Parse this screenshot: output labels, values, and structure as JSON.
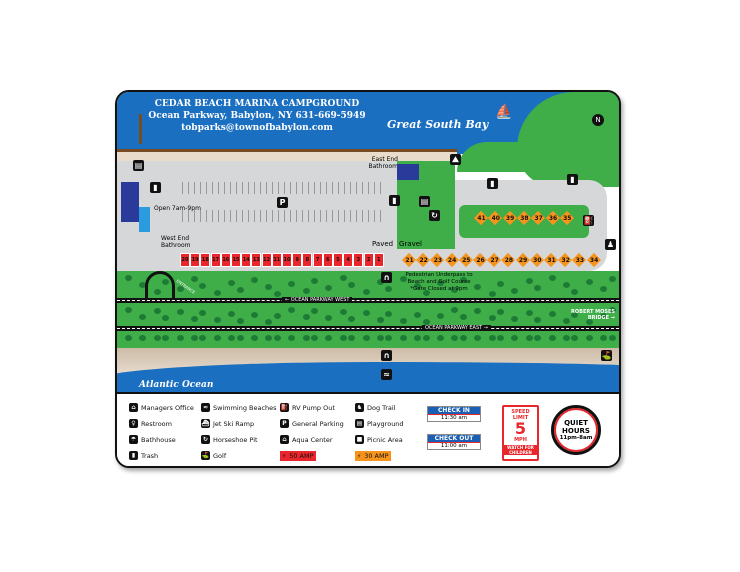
{
  "header": {
    "title": "CEDAR BEACH MARINA CAMPGROUND",
    "address": "Ocean Parkway, Babylon, NY  631-669-5949",
    "email": "tobparks@townofbabylon.com",
    "bay": "Great South Bay",
    "ocean": "Atlantic Ocean"
  },
  "labels": {
    "east_bath": "East End Bathroom",
    "west_bath": "West End Bathroom",
    "office_hours": "Open 7am-9pm",
    "paved": "Paved",
    "gravel": "Gravel",
    "underpass": "Pedestrian Underpass to Beach and Golf Course",
    "gate": "*Gate Closed at 9pm",
    "entrance": "ENTRANCE",
    "pkwy_west": "← OCEAN PARKWAY  WEST",
    "pkwy_east": "OCEAN PARKWAY EAST →",
    "bridge": "ROBERT MOSES BRIDGE →"
  },
  "sites": {
    "amp50": [
      20,
      19,
      18,
      17,
      16,
      15,
      14,
      13,
      12,
      11,
      10,
      9,
      8,
      7,
      6,
      5,
      4,
      3,
      2,
      1
    ],
    "amp30_front": [
      21,
      22,
      23,
      24,
      25,
      26,
      27,
      28,
      29,
      30,
      31,
      32,
      33,
      34
    ],
    "amp30_island": [
      41,
      40,
      39,
      38,
      37,
      36,
      35
    ]
  },
  "legend": [
    {
      "label": "Managers Office",
      "icon": "office-icon"
    },
    {
      "label": "Restroom",
      "icon": "restroom-icon"
    },
    {
      "label": "Bathhouse",
      "icon": "shower-icon"
    },
    {
      "label": "Trash",
      "icon": "trash-icon"
    },
    {
      "label": "Swimming Beaches",
      "icon": "swimmer-icon"
    },
    {
      "label": "Jet Ski Ramp",
      "icon": "jetski-icon"
    },
    {
      "label": "Horseshoe Pit",
      "icon": "horseshoe-icon"
    },
    {
      "label": "Golf",
      "icon": "golf-icon"
    },
    {
      "label": "RV Pump Out",
      "icon": "pump-icon"
    },
    {
      "label": "General Parking",
      "icon": "parking-icon"
    },
    {
      "label": "Aqua Center",
      "icon": "aqua-icon"
    },
    {
      "label": "50 AMP",
      "icon": "plug-icon"
    },
    {
      "label": "Dog Trail",
      "icon": "dog-icon"
    },
    {
      "label": "Playground",
      "icon": "playground-icon"
    },
    {
      "label": "Picnic Area",
      "icon": "picnic-icon"
    },
    {
      "label": "30 AMP",
      "icon": "plug-icon"
    }
  ],
  "checkin": {
    "label": "CHECK IN",
    "time": "11:30 am"
  },
  "checkout": {
    "label": "CHECK OUT",
    "time": "11:00 am"
  },
  "speed": {
    "top": "SPEED LIMIT",
    "value": "5",
    "unit": "MPH",
    "note": "WATCH FOR CHILDREN"
  },
  "quiet": {
    "title": "QUIET HOURS",
    "time": "11pm-8am"
  },
  "compass": "N",
  "colors": {
    "bay": "#1a6fc0",
    "grass": "#3fae49",
    "gravel": "#d6d7d9",
    "red": "#e8262b",
    "orange": "#f7941d"
  }
}
